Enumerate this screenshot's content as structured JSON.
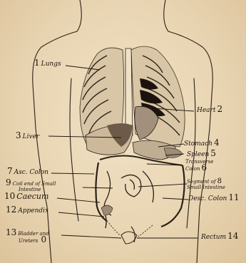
{
  "labels": {
    "lungs": {
      "num": "1",
      "text": "Lungs"
    },
    "heart": {
      "text": "Heart",
      "num": "2"
    },
    "liver": {
      "num": "3",
      "text": "Liver"
    },
    "stomach": {
      "text": "Stomach",
      "num": "4"
    },
    "spleen": {
      "text": "Spleen",
      "num": "5"
    },
    "transverse_colon": {
      "line1": "Transverse",
      "line2": "Colon",
      "num": "6"
    },
    "asc_colon": {
      "num": "7",
      "text": "Asc. Colon"
    },
    "segment_small_intestine": {
      "line1": "Segment of",
      "num": "8",
      "line2": "Small Intestine"
    },
    "coil_small_intestine": {
      "num": "9",
      "line1": "Coil end of Small",
      "line2": "Intestine"
    },
    "caecum": {
      "num": "10",
      "text": "Caecum"
    },
    "desc_colon": {
      "text": "Desc. Colon",
      "num": "11"
    },
    "appendix": {
      "num": "12",
      "text": "Appendix"
    },
    "bladder": {
      "num": "13",
      "line1": "Bladder and",
      "line2": "Ureters",
      "num2": "0"
    },
    "rectum": {
      "text": "Rectum",
      "num": "14"
    }
  },
  "colors": {
    "paper": "#ead8b8",
    "ink": "#1c140c",
    "shade": "#6e5a48"
  }
}
